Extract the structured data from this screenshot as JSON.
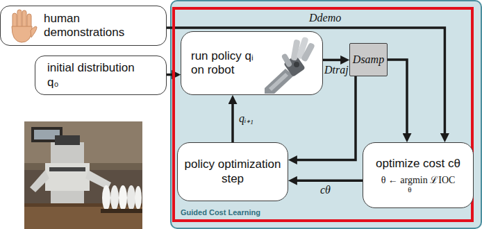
{
  "diagram": {
    "nodes": [
      {
        "text": [
          "human demonstrations"
        ]
      },
      {
        "text": [
          "initial distribution q₀"
        ]
      },
      {
        "text": [
          "Guided Cost Learning"
        ]
      },
      {
        "text": [
          "run policy qᵢ on robot"
        ],
        "in": 2
      },
      {
        "text": [
          "Dsamp"
        ],
        "in": 2
      },
      {
        "text": [
          "policy optimization step"
        ],
        "in": 2
      },
      {
        "text": [
          "optimize cost cθ",
          "θ ← argmin ℒIOC",
          "θ"
        ],
        "in": 2
      }
    ],
    "edges": [
      {
        "from": 0,
        "to": 6,
        "arrow": "to",
        "label": "Ddemo"
      },
      {
        "from": 1,
        "to": 3,
        "arrow": "to"
      },
      {
        "from": 3,
        "to": 4,
        "arrow": "to",
        "label": "Dtraj"
      },
      {
        "from": 4,
        "to": 6,
        "arrow": "to"
      },
      {
        "from": 4,
        "to": 5,
        "arrow": "to"
      },
      {
        "from": 5,
        "to": 3,
        "arrow": "to",
        "label": "qᵢ₊₁"
      },
      {
        "from": 6,
        "to": 5,
        "arrow": "to",
        "label": "cθ"
      }
    ]
  }
}
